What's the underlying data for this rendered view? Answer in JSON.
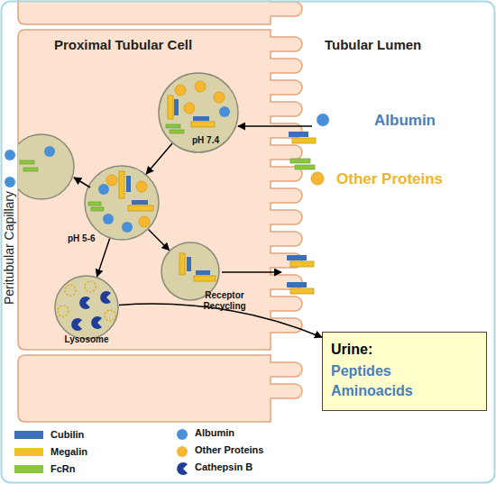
{
  "diagram": {
    "nodes": [
      {
        "text": [
          "pH 7.4"
        ]
      },
      {
        "text": [
          "pH 5-6"
        ]
      },
      {
        "text": [
          "Receptor Recycling"
        ]
      },
      {
        "text": [
          "Lysosome"
        ]
      },
      {
        "text": [
          "Urine:",
          "Peptides Aminoacids"
        ]
      }
    ],
    "edges": [
      {
        "from": 0,
        "to": 1,
        "arrow": "to"
      },
      {
        "from": 1,
        "to": 2,
        "arrow": "to"
      },
      {
        "from": 1,
        "to": 3,
        "arrow": "to"
      },
      {
        "from": 3,
        "to": 4,
        "arrow": "to"
      }
    ],
    "labels": [
      "Proximal Tubular Cell",
      "Tubular Lumen",
      "Peritubular Capillary",
      "Albumin",
      "Other Proteins"
    ],
    "legend": [
      {
        "text": "Cubilin",
        "color": "#3b6fb6"
      },
      {
        "text": "Megalin",
        "color": "#f2c12e"
      },
      {
        "text": "FcRn",
        "color": "#8cc63f"
      },
      {
        "text": "Albumin",
        "color": "#4a90d9"
      },
      {
        "text": "Other Proteins",
        "color": "#f5b731"
      },
      {
        "text": "Cathepsin B"
      }
    ]
  }
}
